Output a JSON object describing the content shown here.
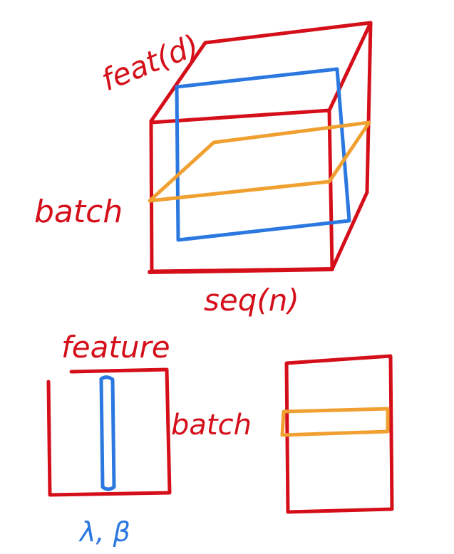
{
  "colors": {
    "outline": "#d40f1a",
    "feature_slice": "#2b78e0",
    "batch_slice": "#f0a030",
    "background": "#ffffff"
  },
  "cube": {
    "label_feature": "feat(d)",
    "label_batch": "batch",
    "label_seq": "seq(n)"
  },
  "layernorm_panel": {
    "label_feature": "feature",
    "label_batch": "batch",
    "label_params": "λ, β"
  },
  "batchnorm_panel": {}
}
